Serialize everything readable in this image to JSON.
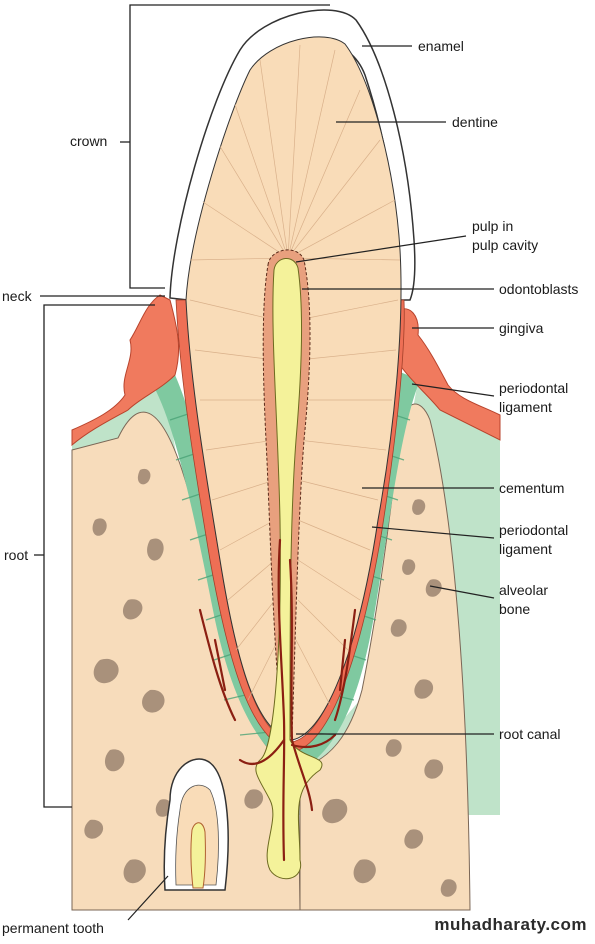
{
  "labels": {
    "enamel": "enamel",
    "dentine": "dentine",
    "pulp_line1": "pulp in",
    "pulp_line2": "pulp cavity",
    "odontoblasts": "odontoblasts",
    "gingiva": "gingiva",
    "periodontal_upper_line1": "periodontal",
    "periodontal_upper_line2": "ligament",
    "cementum": "cementum",
    "periodontal_lower_line1": "periodontal",
    "periodontal_lower_line2": "ligament",
    "alveolar_line1": "alveolar",
    "alveolar_line2": "bone",
    "root_canal": "root canal",
    "crown": "crown",
    "neck": "neck",
    "root": "root",
    "permanent_tooth": "permanent tooth"
  },
  "watermark": "muhadharaty.com",
  "colors": {
    "enamel": "#ffffff",
    "dentine": "#f9dcb8",
    "pulp": "#f4f29a",
    "odontoblasts": "#e8a07e",
    "gingiva": "#f07a5e",
    "cementum": "#ee6f55",
    "periodontal_ligament": "#7fc9a0",
    "gum_tissue": "#bfe3c9",
    "alveolar_bone": "#f7dcbb",
    "bone_holes": "#9c8470",
    "blood_vessels": "#8b1f12"
  }
}
